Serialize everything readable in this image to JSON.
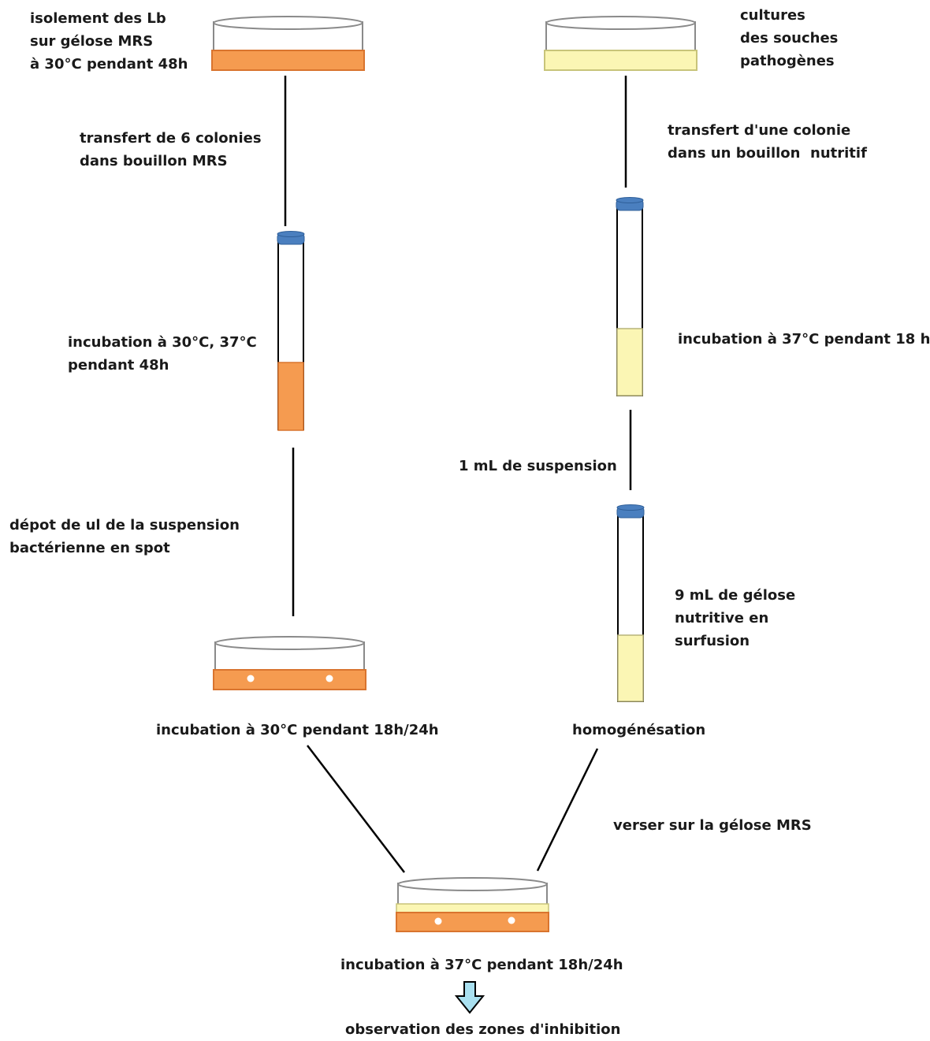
{
  "colors": {
    "orange_medium": "#f59b50",
    "orange_border": "#d9742e",
    "yellow_medium": "#fbf6b4",
    "yellow_border": "#c8c47a",
    "tube_cap": "#4a7fbf",
    "dish_outline": "#8a8a8a",
    "arrow_fill": "#a9e0f0",
    "spot": "#ffffff",
    "line": "#000000"
  },
  "left_column": {
    "isolation": [
      "isolement des Lb",
      "sur gélose MRS",
      "à 30°C pendant 48h"
    ],
    "transfer": [
      "transfert de 6 colonies",
      "dans bouillon MRS"
    ],
    "incubation": [
      "incubation à 30°C, 37°C",
      "pendant 48h"
    ],
    "spot_deposit": [
      "dépot de ul de la suspension",
      "bactérienne en spot"
    ],
    "incubation_plate": "incubation à 30°C pendant 18h/24h"
  },
  "right_column": {
    "cultures": [
      "cultures",
      "des souches",
      "pathogènes"
    ],
    "transfer": [
      "transfert d'une colonie",
      "dans un bouillon  nutritif"
    ],
    "incubation": "incubation à 37°C pendant 18 h",
    "suspension": "1 mL de suspension",
    "agar": [
      "9 mL de gélose",
      "nutritive en",
      "surfusion"
    ],
    "homogenization": "homogénésation",
    "pour": "verser sur la gélose MRS"
  },
  "bottom": {
    "incubation_final": "incubation à 37°C pendant 18h/24h",
    "observation": "observation des zones d'inhibition"
  }
}
